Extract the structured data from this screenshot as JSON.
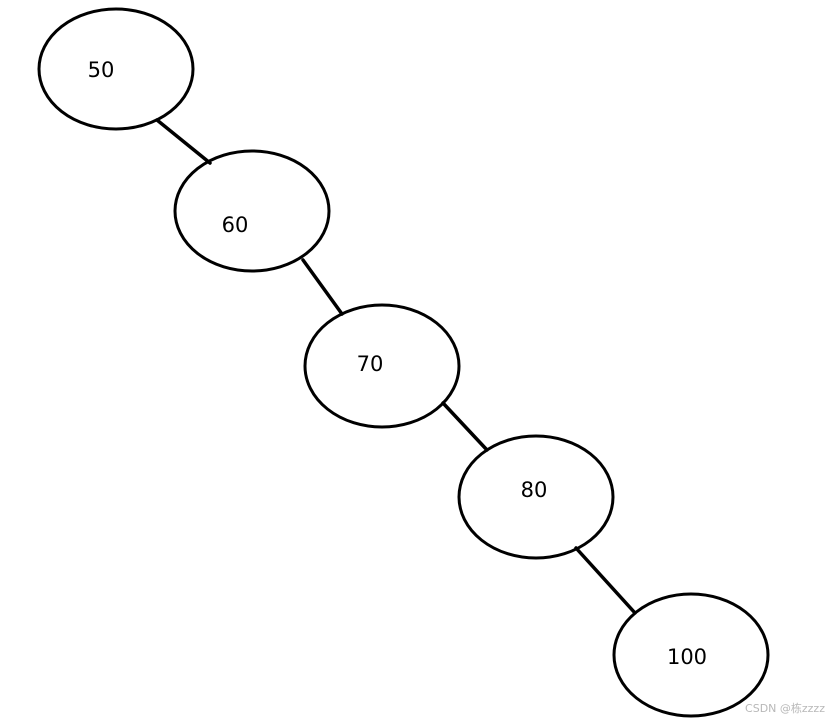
{
  "diagram": {
    "type": "binary-search-tree",
    "stroke_color": "#000000",
    "background_color": "#ffffff",
    "nodes": [
      {
        "id": "n50",
        "label": "50"
      },
      {
        "id": "n60",
        "label": "60"
      },
      {
        "id": "n70",
        "label": "70"
      },
      {
        "id": "n80",
        "label": "80"
      },
      {
        "id": "n100",
        "label": "100"
      }
    ],
    "edges": [
      {
        "from": "n50",
        "to": "n60"
      },
      {
        "from": "n60",
        "to": "n70"
      },
      {
        "from": "n70",
        "to": "n80"
      },
      {
        "from": "n80",
        "to": "n100"
      }
    ]
  },
  "watermark": "CSDN @栋zzzz"
}
